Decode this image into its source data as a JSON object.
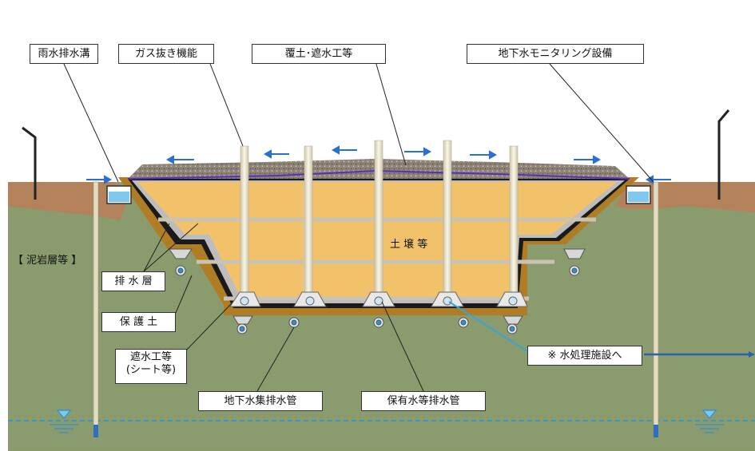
{
  "labels": {
    "rain_ditch": "雨水排水溝",
    "gas_vent": "ガス抜き機能",
    "cover_soil": "覆土･遮水工等",
    "gw_monitor": "地下水モニタリング設備",
    "drain_layer": "排 水 層",
    "protect_soil": "保 護 土",
    "liner_line1": "遮水工等",
    "liner_line2": "(シート等)",
    "gw_collect": "地下水集排水管",
    "retained_water": "保有水等排水管",
    "to_treatment": "※ 水処理施設へ",
    "mudstone": "【 泥岩層等 】",
    "soil_etc": "土 壌 等"
  },
  "colors": {
    "ground": "#8a9b6e",
    "topsoil": "#b4825a",
    "waste_fill": "#f2c26a",
    "protect_layer": "#b07c24",
    "liner": "#1a1a1a",
    "gravel": "#8e8478",
    "cover_line": "#5a2dbf",
    "water_table": "#2f8fd0",
    "arrow_blue": "#2b6fd0",
    "pipe": "#e9e4cf"
  },
  "icons": [
    "water-table-icon",
    "flow-arrow-icon",
    "drain-pipe-icon",
    "gas-vent-pipe-icon",
    "monitoring-well-icon"
  ]
}
